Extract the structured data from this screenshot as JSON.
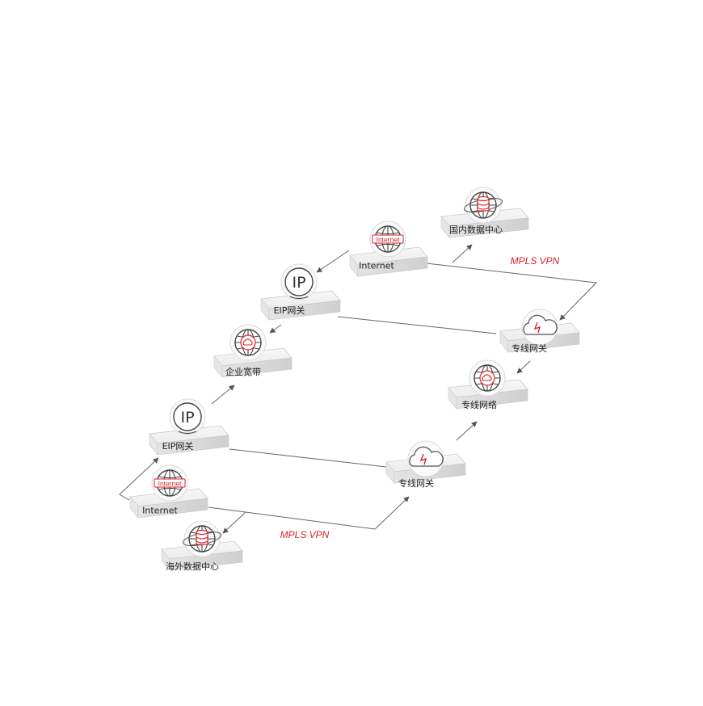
{
  "nodes": {
    "cn_datacenter": {
      "label": "国内数据中心",
      "icon": "database-globe-icon"
    },
    "internet_top": {
      "label": "Internet",
      "badge": "Internet",
      "icon": "internet-globe-icon"
    },
    "eip_top": {
      "label": "EIP网关",
      "badge": "IP",
      "icon": "ip-gateway-icon"
    },
    "enterprise_broadband": {
      "label": "企业宽带",
      "icon": "cloud-globe-icon"
    },
    "private_gw_top": {
      "label": "专线网关",
      "icon": "cloud-bolt-icon"
    },
    "private_network": {
      "label": "专线网络",
      "icon": "cloud-globe-icon"
    },
    "eip_bottom": {
      "label": "EIP网关",
      "badge": "IP",
      "icon": "ip-gateway-icon"
    },
    "private_gw_bottom": {
      "label": "专线网关",
      "icon": "cloud-bolt-icon"
    },
    "internet_bottom": {
      "label": "Internet",
      "badge": "Internet",
      "icon": "internet-globe-icon"
    },
    "overseas_datacenter": {
      "label": "海外数据中心",
      "icon": "database-globe-icon"
    }
  },
  "links": {
    "mpls_top": "MPLS VPN",
    "mpls_bottom": "MPLS VPN"
  },
  "colors": {
    "accent": "#d8232a",
    "box_top": "#f4f4f4",
    "box_side": "#d9d9d9",
    "line": "#666666"
  }
}
